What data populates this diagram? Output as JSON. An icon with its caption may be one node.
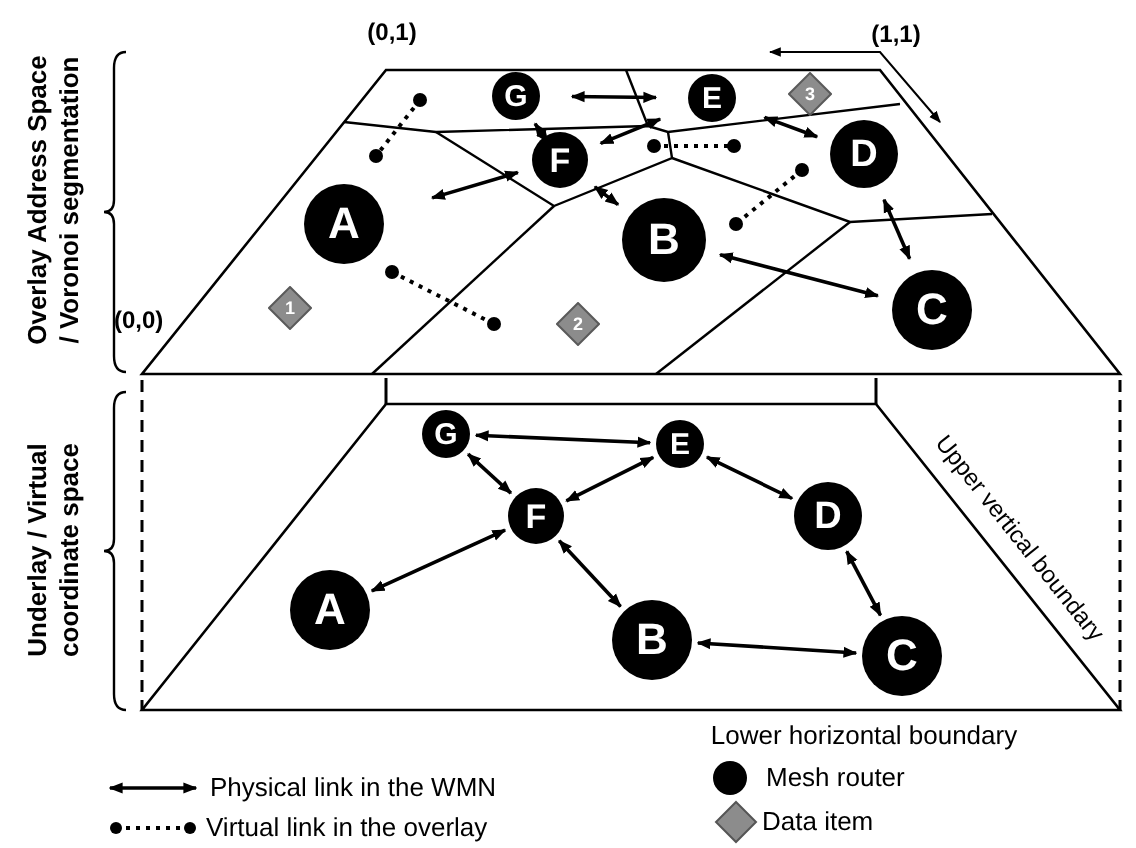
{
  "diagram": {
    "nodes": [
      {
        "text": [
          "G"
        ]
      },
      {
        "text": [
          "E"
        ]
      },
      {
        "text": [
          "3"
        ]
      },
      {
        "text": [
          "D"
        ]
      },
      {
        "text": [
          "F"
        ]
      },
      {
        "text": [
          "A"
        ]
      },
      {
        "text": [
          "B"
        ]
      },
      {
        "text": [
          "1"
        ]
      },
      {
        "text": [
          "C"
        ]
      },
      {
        "text": [
          "2"
        ]
      },
      {
        "text": [
          "G"
        ]
      },
      {
        "text": [
          "E"
        ]
      },
      {
        "text": [
          "F"
        ]
      },
      {
        "text": [
          "D"
        ]
      },
      {
        "text": [
          "A"
        ]
      },
      {
        "text": [
          "B"
        ]
      },
      {
        "text": [
          "C"
        ]
      }
    ],
    "edges": [
      {
        "from": 0,
        "to": 1,
        "arrow": "both"
      },
      {
        "from": 0,
        "to": 4,
        "arrow": "both"
      },
      {
        "from": 4,
        "to": 1,
        "arrow": "both"
      },
      {
        "from": 1,
        "to": 3,
        "arrow": "both"
      },
      {
        "from": 5,
        "to": 4,
        "arrow": "both"
      },
      {
        "from": 4,
        "to": 6,
        "arrow": "both"
      },
      {
        "from": 3,
        "to": 8,
        "arrow": "both"
      },
      {
        "from": 6,
        "to": 8,
        "arrow": "both"
      },
      {
        "from": 10,
        "to": 11,
        "arrow": "both"
      },
      {
        "from": 10,
        "to": 12,
        "arrow": "both"
      },
      {
        "from": 12,
        "to": 11,
        "arrow": "both"
      },
      {
        "from": 11,
        "to": 13,
        "arrow": "both"
      },
      {
        "from": 14,
        "to": 12,
        "arrow": "both"
      },
      {
        "from": 12,
        "to": 15,
        "arrow": "both"
      },
      {
        "from": 13,
        "to": 16,
        "arrow": "both"
      },
      {
        "from": 15,
        "to": 16,
        "arrow": "both"
      }
    ],
    "labels": [
      "(0,1)",
      "(1,1)",
      "Overlay Address Space / Voronoi segmentation",
      "(0,0)",
      "Underlay / Virtual coordinate space",
      "Upper vertical boundary",
      "Lower horizontal boundary"
    ],
    "legend": [
      {
        "text": "Physical link in the WMN"
      },
      {
        "text": "Mesh router"
      },
      {
        "text": "Virtual link in the overlay"
      },
      {
        "text": "Data item"
      }
    ]
  }
}
